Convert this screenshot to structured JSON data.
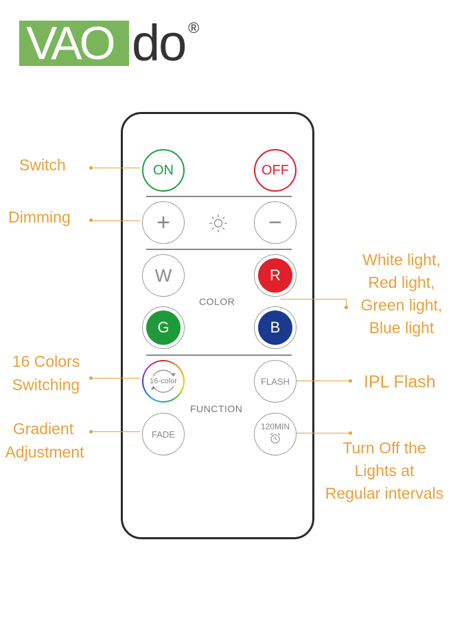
{
  "brand": {
    "logo_text_box": "VAO",
    "logo_text_rest": "do",
    "registered": "®"
  },
  "remote": {
    "on_label": "ON",
    "off_label": "OFF",
    "plus_label": "+",
    "minus_label": "−",
    "w_label": "W",
    "r_label": "R",
    "g_label": "G",
    "b_label": "B",
    "color_label": "COLOR",
    "sixteen_label": "16-color",
    "flash_label": "FLASH",
    "function_label": "FUNCTION",
    "fade_label": "FADE",
    "timer_label": "120MIN"
  },
  "annotations": {
    "switch": "Switch",
    "dimming": "Dimming",
    "white": "White light,",
    "red": "Red light,",
    "green": "Green light,",
    "blue": "Blue light",
    "sixteen_1": "16 Colors",
    "sixteen_2": "Switching",
    "ipl": "IPL Flash",
    "gradient_1": "Gradient",
    "gradient_2": "Adjustment",
    "timer_1": "Turn Off the",
    "timer_2": "Lights at",
    "timer_3": "Regular intervals"
  },
  "colors": {
    "logo_green": "#7ab55c",
    "on_green": "#20a040",
    "off_red": "#e02030",
    "r_red": "#e0202a",
    "g_green": "#1f9a3a",
    "b_blue": "#1a3a8f",
    "annotation_orange": "#e9a03a"
  }
}
